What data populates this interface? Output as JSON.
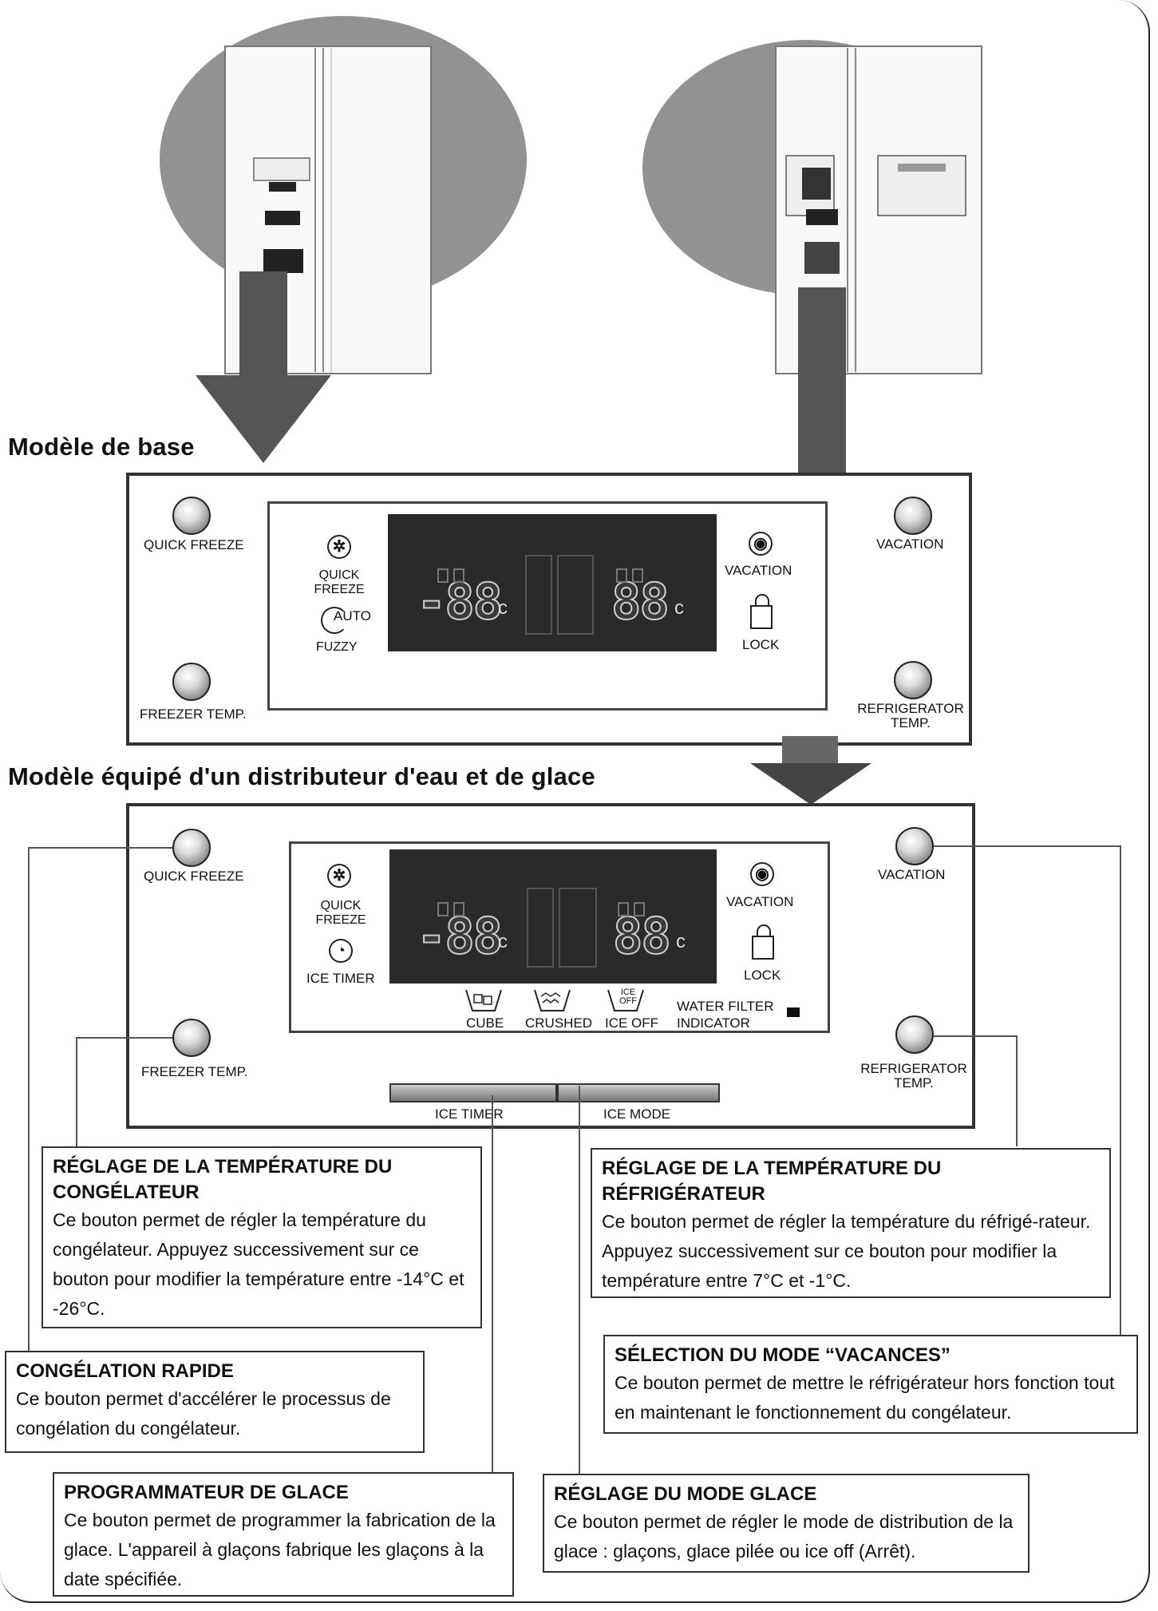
{
  "headings": {
    "basic": "Modèle de base",
    "dispenser": "Modèle équipé d'un distributeur d'eau et de glace"
  },
  "basic_panel": {
    "quick_freeze": "QUICK FREEZE",
    "freezer_temp": "FREEZER TEMP.",
    "vacation": "VACATION",
    "refrigerator_temp": "REFRIGERATOR TEMP.",
    "icon_quick_freeze": "QUICK FREEZE",
    "icon_auto": "AUTO",
    "icon_fuzzy": "FUZZY",
    "icon_vacation": "VACATION",
    "icon_lock": "LOCK",
    "display_left": "-88",
    "display_right": "88",
    "unit": "c"
  },
  "dispenser_panel": {
    "quick_freeze": "QUICK FREEZE",
    "freezer_temp": "FREEZER TEMP.",
    "vacation": "VACATION",
    "refrigerator_temp": "REFRIGERATOR TEMP.",
    "icon_quick_freeze": "QUICK FREEZE",
    "icon_ice_timer": "ICE TIMER",
    "icon_vacation": "VACATION",
    "icon_lock": "LOCK",
    "display_left": "-88",
    "display_right": "88",
    "unit": "c",
    "cube": "CUBE",
    "crushed": "CRUSHED",
    "ice_off": "ICE OFF",
    "ice_off_icon": "ICE OFF",
    "water_filter": "WATER FILTER INDICATOR",
    "ice_timer_button": "ICE TIMER",
    "ice_mode_button": "ICE MODE"
  },
  "callouts": {
    "freezer_temp": {
      "title": "RÉGLAGE DE LA TEMPÉRATURE DU CONGÉLATEUR",
      "text": "Ce bouton permet de régler la température du congélateur. Appuyez successivement sur ce bouton pour modifier la température entre -14°C et -26°C."
    },
    "fridge_temp": {
      "title": "RÉGLAGE DE LA TEMPÉRATURE DU RÉFRIGÉRATEUR",
      "text": "Ce bouton permet de régler la température du réfrigé-rateur. Appuyez successivement sur ce bouton pour modifier la température entre 7°C et -1°C."
    },
    "quick_freeze": {
      "title": "CONGÉLATION RAPIDE",
      "text": "Ce bouton permet d'accélérer le processus de congélation du congélateur."
    },
    "vacation": {
      "title": "SÉLECTION DU MODE “VACANCES”",
      "text": "Ce bouton permet de mettre le réfrigérateur hors fonction tout en maintenant le fonctionnement du congélateur."
    },
    "ice_timer": {
      "title": "PROGRAMMATEUR DE GLACE",
      "text": "Ce bouton permet de programmer la fabrication de la glace. L'appareil à glaçons fabrique les glaçons à la date spécifiée."
    },
    "ice_mode": {
      "title": "RÉGLAGE DU MODE GLACE",
      "text": "Ce bouton permet de régler le mode de distribution de la glace : glaçons, glace pilée ou ice off (Arrêt)."
    }
  }
}
